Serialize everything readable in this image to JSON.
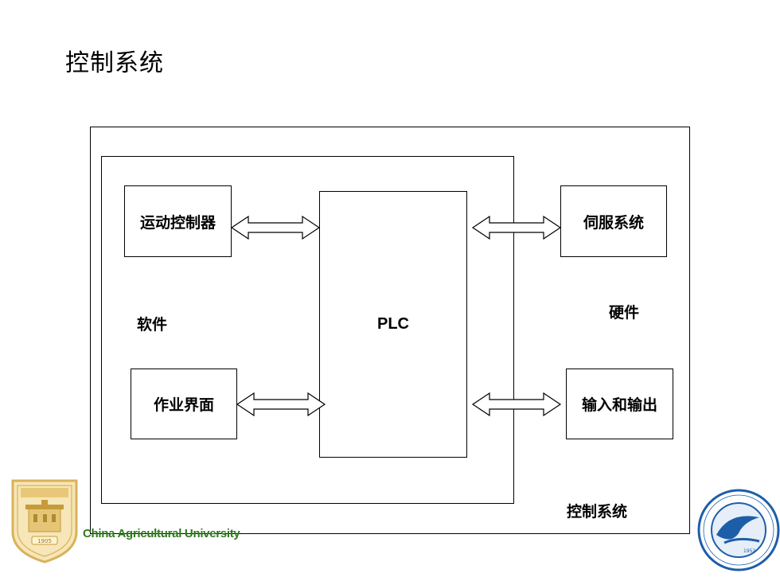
{
  "slide": {
    "title": "控制系统"
  },
  "diagram": {
    "outer_label": "控制系统",
    "software_label": "软件",
    "hardware_label": "硬件",
    "center_block": "PLC",
    "left_blocks": [
      "运动控制器",
      "作业界面"
    ],
    "right_blocks": [
      "伺服系统",
      "输入和输出"
    ]
  },
  "footer": {
    "university_name": "China Agricultural  University",
    "left_logo": "china-agricultural-university-emblem",
    "right_logo": "college-of-engineering-cau-emblem",
    "left_logo_year": "1905",
    "right_logo_year": "1952"
  },
  "colors": {
    "university_text": "#2f7a1e",
    "left_logo_gold": "#d9b25a",
    "right_logo_blue": "#1d5ea8"
  }
}
